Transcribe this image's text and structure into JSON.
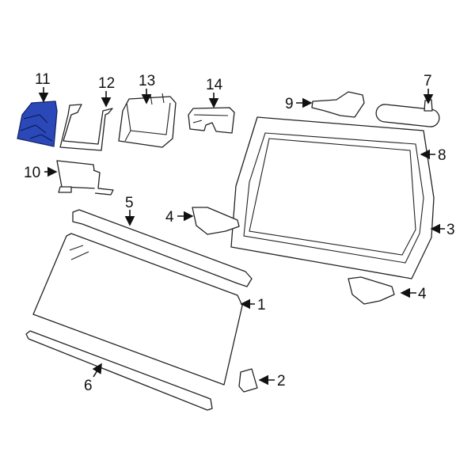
{
  "diagram": {
    "highlight_color": "#2a48b8",
    "callouts": [
      {
        "id": "callout-1",
        "label": "1"
      },
      {
        "id": "callout-2",
        "label": "2"
      },
      {
        "id": "callout-3",
        "label": "3"
      },
      {
        "id": "callout-4a",
        "label": "4"
      },
      {
        "id": "callout-4b",
        "label": "4"
      },
      {
        "id": "callout-5",
        "label": "5"
      },
      {
        "id": "callout-6",
        "label": "6"
      },
      {
        "id": "callout-7",
        "label": "7"
      },
      {
        "id": "callout-8",
        "label": "8"
      },
      {
        "id": "callout-9",
        "label": "9"
      },
      {
        "id": "callout-10",
        "label": "10"
      },
      {
        "id": "callout-11",
        "label": "11"
      },
      {
        "id": "callout-12",
        "label": "12"
      },
      {
        "id": "callout-13",
        "label": "13"
      },
      {
        "id": "callout-14",
        "label": "14"
      }
    ]
  }
}
